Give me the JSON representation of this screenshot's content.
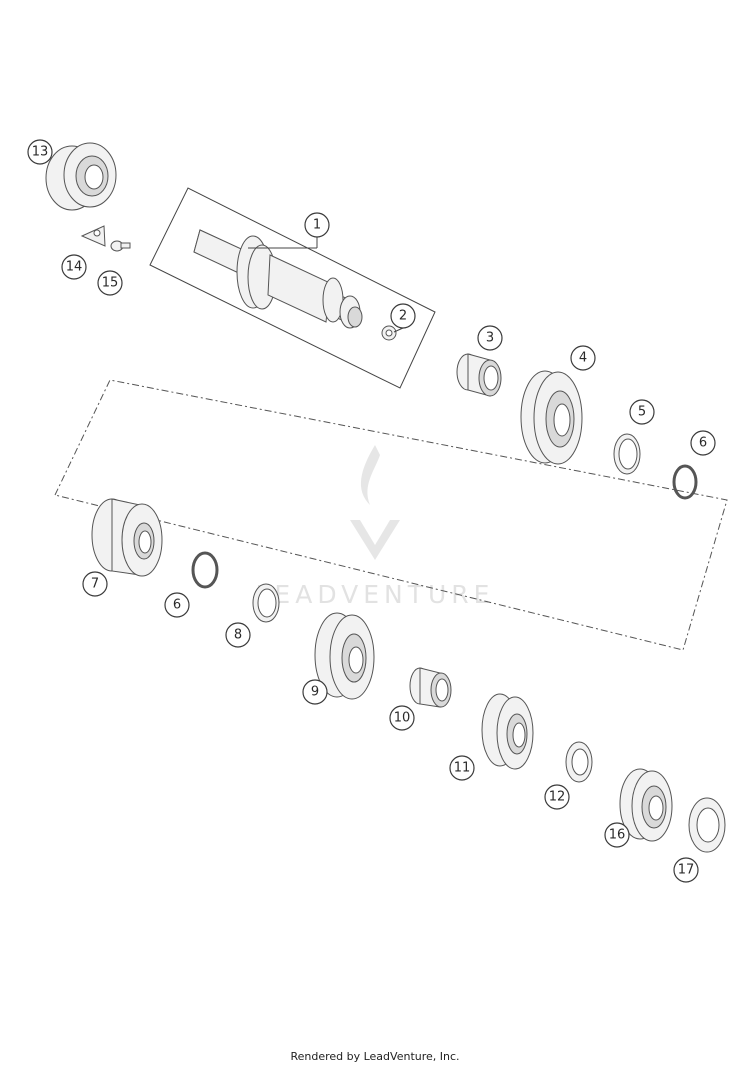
{
  "watermark": "LEADVENTURE",
  "footer": "Rendered by LeadVenture, Inc.",
  "callouts": [
    {
      "id": "c1",
      "label": "1"
    },
    {
      "id": "c2",
      "label": "2"
    },
    {
      "id": "c3",
      "label": "3"
    },
    {
      "id": "c4",
      "label": "4"
    },
    {
      "id": "c5",
      "label": "5"
    },
    {
      "id": "c6a",
      "label": "6"
    },
    {
      "id": "c6b",
      "label": "6"
    },
    {
      "id": "c7",
      "label": "7"
    },
    {
      "id": "c8",
      "label": "8"
    },
    {
      "id": "c9",
      "label": "9"
    },
    {
      "id": "c10",
      "label": "10"
    },
    {
      "id": "c11",
      "label": "11"
    },
    {
      "id": "c12",
      "label": "12"
    },
    {
      "id": "c13",
      "label": "13"
    },
    {
      "id": "c14",
      "label": "14"
    },
    {
      "id": "c15",
      "label": "15"
    },
    {
      "id": "c16",
      "label": "16"
    },
    {
      "id": "c17",
      "label": "17"
    }
  ]
}
